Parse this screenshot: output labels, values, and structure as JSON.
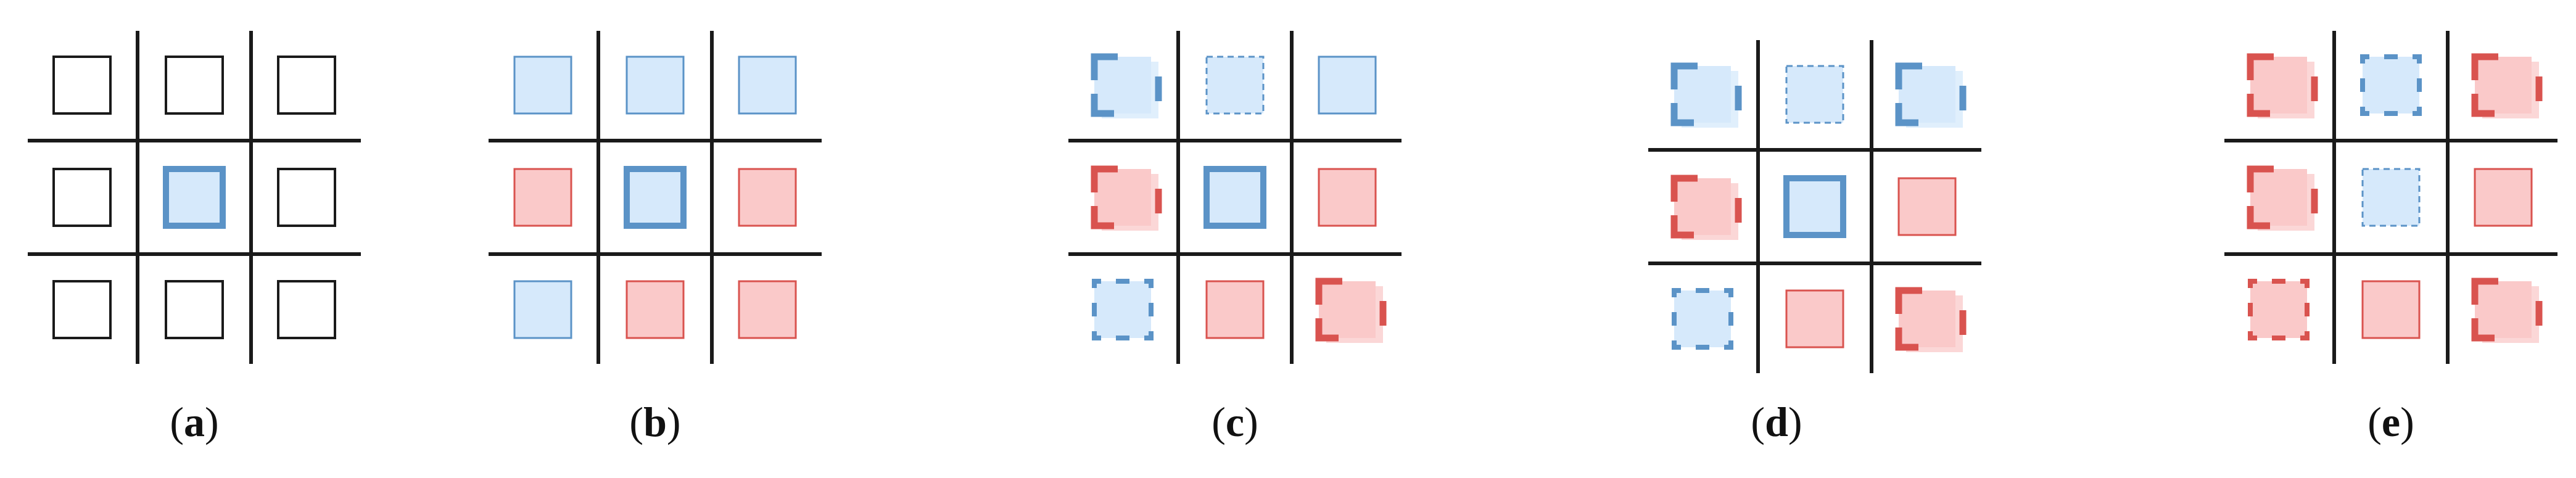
{
  "colors": {
    "grid_line": "#1a1a1a",
    "blue_stroke": "#5b93c7",
    "blue_fill": "#d6e9fb",
    "red_stroke": "#d9534f",
    "red_fill": "#fac9c9",
    "black_stroke": "#1a1a1a"
  },
  "cell_legend": {
    "outline": "empty square, thin black outline",
    "blue": "light blue square, thin blue outline",
    "red": "light red square, thin red outline",
    "center": "light blue square, thick blue outline",
    "blue-dashed": "light blue square, dashed blue outline",
    "blue-offset": "blue square with thick partial brackets",
    "red-offset": "red square with thick partial brackets",
    "blue-corners": "blue square with dashed corner marks",
    "red-corners": "red square with dashed corner marks"
  },
  "panels": [
    {
      "label": "a",
      "cells": [
        "outline",
        "outline",
        "outline",
        "outline",
        "center",
        "outline",
        "outline",
        "outline",
        "outline"
      ]
    },
    {
      "label": "b",
      "cells": [
        "blue",
        "blue",
        "blue",
        "red",
        "center",
        "red",
        "blue",
        "red",
        "red"
      ]
    },
    {
      "label": "c",
      "cells": [
        "blue-offset",
        "blue-dashed",
        "blue",
        "red-offset",
        "center",
        "red",
        "blue-corners",
        "red",
        "red-offset"
      ]
    },
    {
      "label": "d",
      "cells": [
        "blue-offset",
        "blue-dashed",
        "blue-offset",
        "red-offset",
        "center",
        "red",
        "blue-corners",
        "red",
        "red-offset"
      ]
    },
    {
      "label": "e",
      "cells": [
        "red-offset",
        "blue-corners",
        "red-offset",
        "red-offset",
        "blue-dashed",
        "red",
        "red-corners",
        "red",
        "red-offset"
      ]
    }
  ]
}
